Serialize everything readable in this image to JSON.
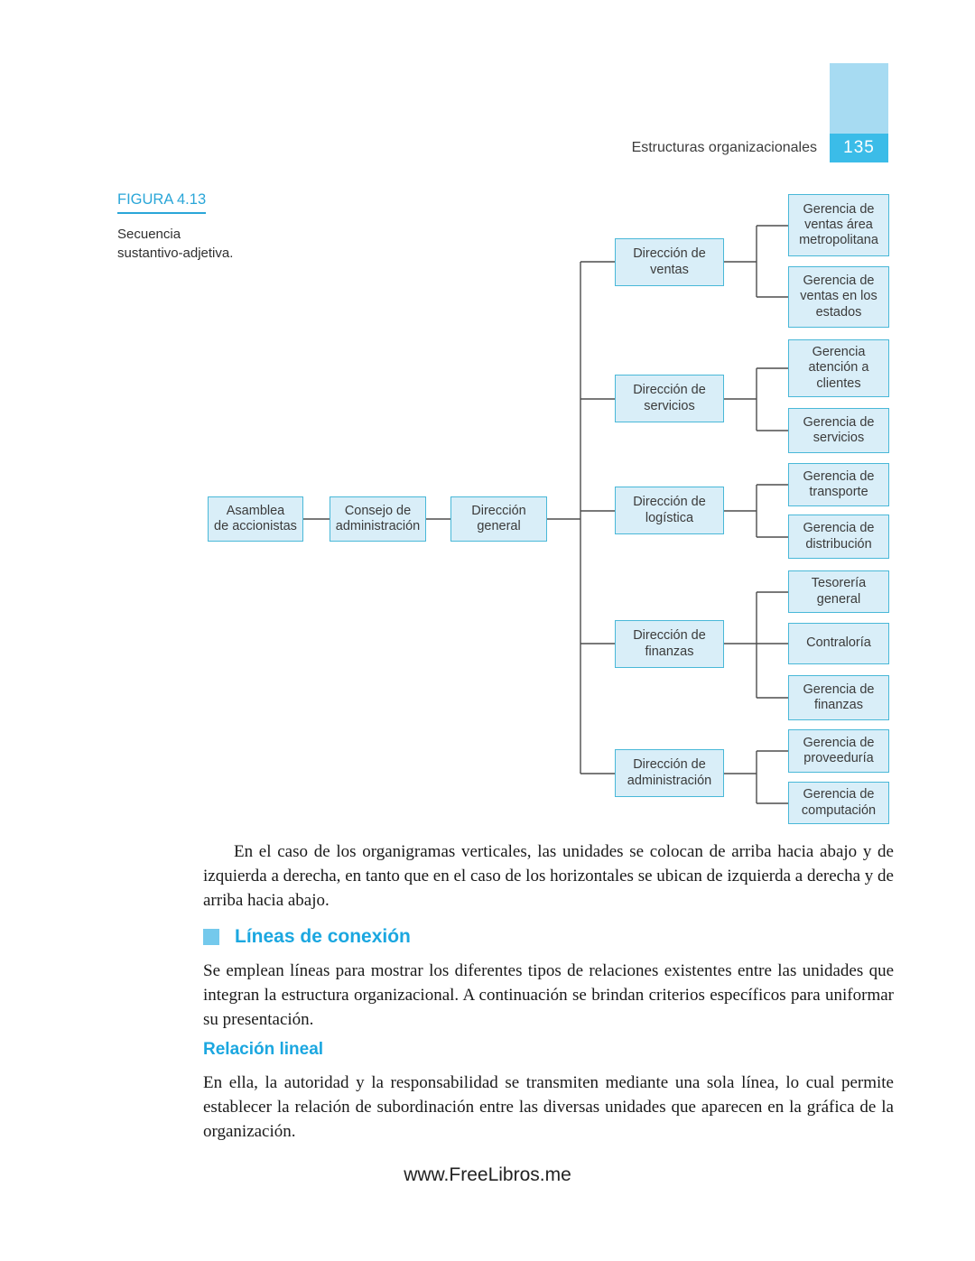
{
  "header": {
    "running_title": "Estructuras organizacionales",
    "page_number": "135"
  },
  "figure": {
    "label": "FIGURA 4.13",
    "caption": "Secuencia\nsustantivo-adjetiva."
  },
  "org_chart": {
    "type": "org-chart",
    "root_chain": [
      {
        "label": "Asamblea\nde accionistas"
      },
      {
        "label": "Consejo de\nadministración"
      },
      {
        "label": "Dirección\ngeneral"
      }
    ],
    "directions": [
      {
        "label": "Dirección de\nventas",
        "children": [
          {
            "label": "Gerencia de\nventas área\nmetropolitana"
          },
          {
            "label": "Gerencia de\nventas en los\nestados"
          }
        ]
      },
      {
        "label": "Dirección de\nservicios",
        "children": [
          {
            "label": "Gerencia\natención a\nclientes"
          },
          {
            "label": "Gerencia de\nservicios"
          }
        ]
      },
      {
        "label": "Dirección de\nlogística",
        "children": [
          {
            "label": "Gerencia de\ntransporte"
          },
          {
            "label": "Gerencia de\ndistribución"
          }
        ]
      },
      {
        "label": "Dirección de\nfinanzas",
        "children": [
          {
            "label": "Tesorería\ngeneral"
          },
          {
            "label": "Contraloría"
          },
          {
            "label": "Gerencia de\nfinanzas"
          }
        ]
      },
      {
        "label": "Dirección de\nadministración",
        "children": [
          {
            "label": "Gerencia de\nproveeduría"
          },
          {
            "label": "Gerencia de\ncomputación"
          }
        ]
      }
    ]
  },
  "body": {
    "paragraph_organigramas": "En el caso de los organigramas verticales, las unidades se colocan de arriba hacia abajo y de izquierda a derecha, en tanto que en el caso de los horizontales se ubican de izquierda a derecha y de arriba hacia abajo.",
    "section_heading": "Líneas de conexión",
    "paragraph_lineas": "Se emplean líneas para mostrar los diferentes tipos de relaciones existentes entre las unidades que integran la estructura organizacional. A continuación se brindan criterios específicos para uniformar su presentación.",
    "sub_heading": "Relación lineal",
    "paragraph_relacion": "En ella, la autoridad y la responsabilidad se transmiten mediante una sola línea, lo cual permite establecer la relación de subordinación entre las diversas unidades que aparecen en la gráfica de la organización."
  },
  "footer": {
    "url": "www.FreeLibros.me"
  },
  "colors": {
    "accent_blue": "#1ba7e0",
    "figure_label_blue": "#2aa6d8",
    "tab_light_blue": "#a7dbf2",
    "tab_badge_blue": "#3bbce8",
    "node_fill": "#d9eef8",
    "node_border": "#49b8d8",
    "connector": "#4d4d4d"
  }
}
